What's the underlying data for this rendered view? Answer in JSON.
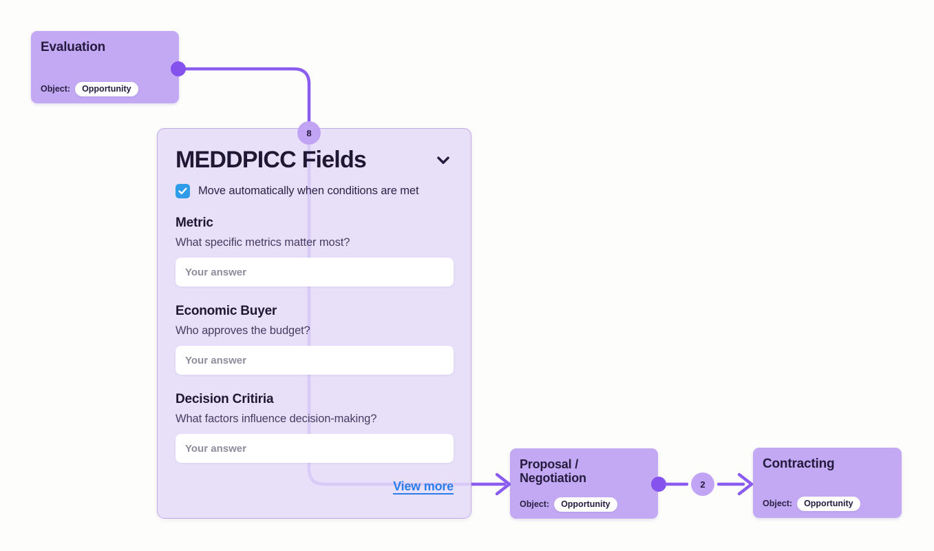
{
  "page": {
    "background": "#fdfdfc"
  },
  "colors": {
    "node_bg": "#c3a8f3",
    "panel_bg": "#e8e0f9",
    "panel_border": "#bfaae6",
    "connector": "#8a5cf0",
    "connector_dot": "#8552ee",
    "count_badge_bg": "#c2a4f4",
    "checkbox_bg": "#2e9ce8",
    "link_blue": "#2b7de9",
    "heading_text": "#1f1834",
    "question_text": "#463c62",
    "placeholder_text": "#8f8c9b"
  },
  "nodes": {
    "evaluation": {
      "title": "Evaluation",
      "object_label": "Object:",
      "object_value": "Opportunity"
    },
    "proposal_negotiation": {
      "title": "Proposal / Negotiation",
      "object_label": "Object:",
      "object_value": "Opportunity"
    },
    "contracting": {
      "title": "Contracting",
      "object_label": "Object:",
      "object_value": "Opportunity"
    }
  },
  "panel": {
    "count_badge": "8",
    "title": "MEDDPICC Fields",
    "auto_move_label": "Move automatically when conditions are met",
    "auto_move_checked": true,
    "fields": [
      {
        "name": "Metric",
        "question": "What specific metrics matter most?",
        "placeholder": "Your answer",
        "value": ""
      },
      {
        "name": "Economic Buyer",
        "question": "Who approves the budget?",
        "placeholder": "Your answer",
        "value": ""
      },
      {
        "name": "Decision Critiria",
        "question": "What factors influence decision-making?",
        "placeholder": "Your answer",
        "value": ""
      }
    ],
    "view_more_label": "View more"
  },
  "connector_badges": {
    "evaluation_to_meddpicc": "8",
    "proposal_to_contracting": "2"
  }
}
